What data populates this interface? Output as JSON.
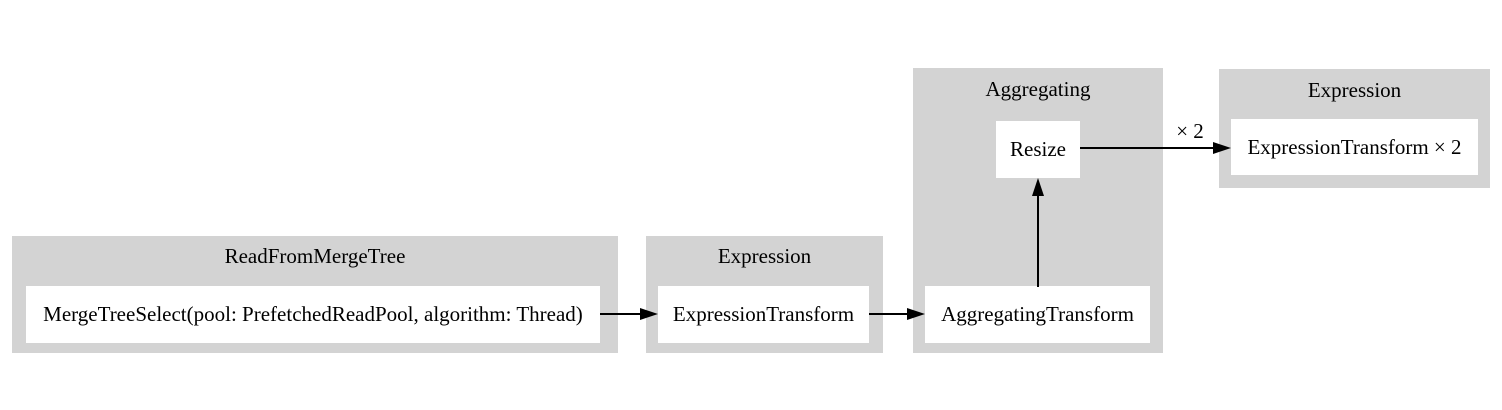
{
  "diagram": {
    "type": "pipeline-graph",
    "colors": {
      "cluster_bg": "#d3d3d3",
      "node_bg": "#ffffff",
      "edge": "#000000",
      "text": "#000000",
      "page_bg": "#ffffff"
    },
    "clusters": [
      {
        "title": "ReadFromMergeTree",
        "nodes": [
          {
            "label": "MergeTreeSelect(pool: PrefetchedReadPool, algorithm: Thread)"
          }
        ]
      },
      {
        "title": "Expression",
        "nodes": [
          {
            "label": "ExpressionTransform"
          }
        ]
      },
      {
        "title": "Aggregating",
        "nodes": [
          {
            "label": "AggregatingTransform"
          },
          {
            "label": "Resize"
          }
        ]
      },
      {
        "title": "Expression",
        "nodes": [
          {
            "label": "ExpressionTransform × 2"
          }
        ]
      }
    ],
    "edges": [
      {
        "from": "MergeTreeSelect(pool: PrefetchedReadPool, algorithm: Thread)",
        "to": "ExpressionTransform",
        "label": ""
      },
      {
        "from": "ExpressionTransform",
        "to": "AggregatingTransform",
        "label": ""
      },
      {
        "from": "AggregatingTransform",
        "to": "Resize",
        "label": ""
      },
      {
        "from": "Resize",
        "to": "ExpressionTransform × 2",
        "label": "× 2"
      }
    ]
  }
}
